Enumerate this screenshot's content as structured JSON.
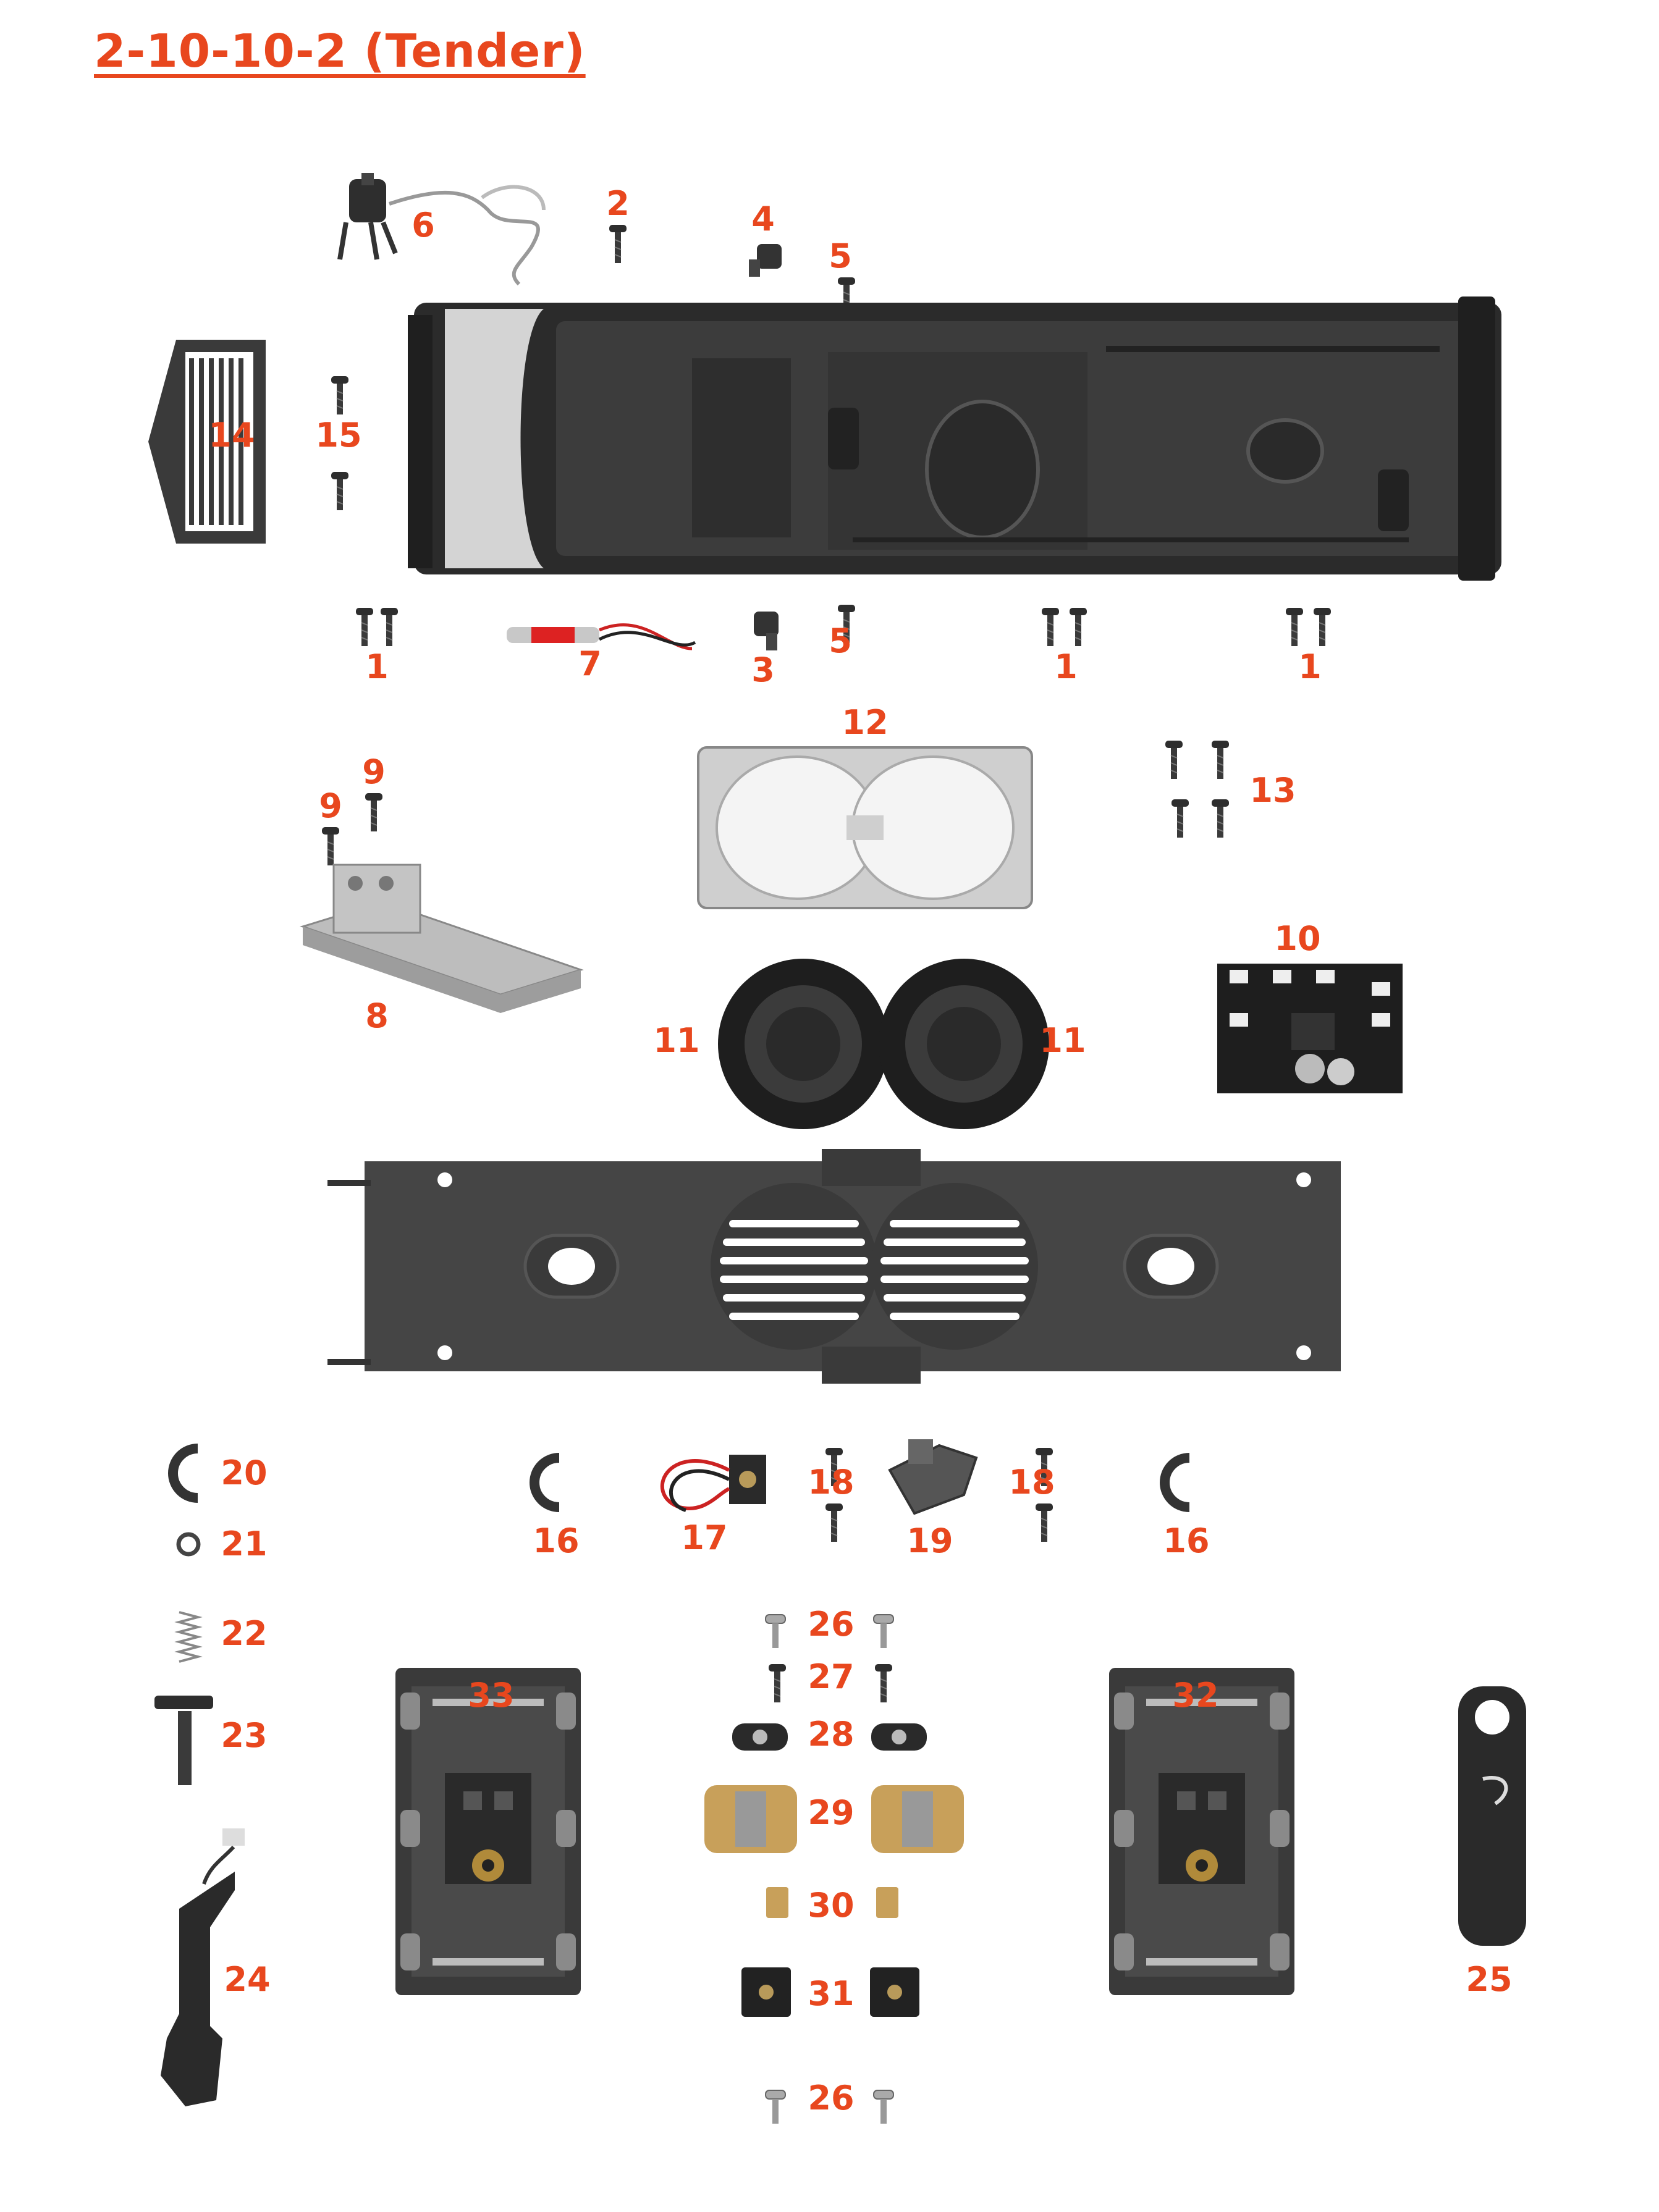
{
  "title": "2-10-10-2 (Tender)",
  "colors": {
    "accent": "#e8471e",
    "part_dark": "#3a3a3a",
    "part_light": "#c8c8c8"
  },
  "callouts": {
    "c1a": "1",
    "c1b": "1",
    "c1c": "1",
    "c2": "2",
    "c3": "3",
    "c4": "4",
    "c5a": "5",
    "c5b": "5",
    "c6": "6",
    "c7": "7",
    "c8": "8",
    "c9a": "9",
    "c9b": "9",
    "c10": "10",
    "c11a": "11",
    "c11b": "11",
    "c12": "12",
    "c13": "13",
    "c14": "14",
    "c15": "15",
    "c16a": "16",
    "c16b": "16",
    "c17": "17",
    "c18a": "18",
    "c18b": "18",
    "c19": "19",
    "c20": "20",
    "c21": "21",
    "c22": "22",
    "c23": "23",
    "c24": "24",
    "c25": "25",
    "c26a": "26",
    "c26b": "26",
    "c27": "27",
    "c28": "28",
    "c29": "29",
    "c30": "30",
    "c31": "31",
    "c32": "32",
    "c33": "33"
  }
}
